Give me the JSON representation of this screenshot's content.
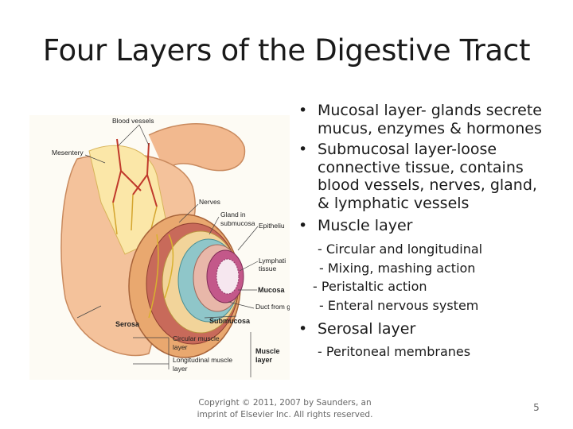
{
  "title": "Four Layers of the Digestive Tract",
  "figure": {
    "labels": {
      "blood_vessels": "Blood vessels",
      "mesentery": "Mesentery",
      "nerves": "Nerves",
      "gland_line1": "Gland in",
      "gland_line2": "submucosa",
      "epithelium": "Epitheliu",
      "lymphatic_line1": "Lymphati",
      "lymphatic_line2": "tissue",
      "mucosa": "Mucosa",
      "duct": "Duct from gland",
      "serosa": "Serosa",
      "submucosa": "Submucosa",
      "circular_line1": "Circular muscle",
      "circular_line2": "layer",
      "longitudinal_line1": "Longitudinal muscle",
      "longitudinal_line2": "layer",
      "muscle_line1": "Muscle",
      "muscle_line2": "layer"
    }
  },
  "bullets": [
    {
      "bullet": "•",
      "lines": [
        "Mucosal layer- glands secrete",
        "mucus, enzymes & hormones"
      ]
    },
    {
      "bullet": "•",
      "lines": [
        "Submucosal layer-loose",
        "connective tissue, contains",
        "blood vessels, nerves, gland,",
        "& lymphatic vessels"
      ]
    },
    {
      "bullet": "•",
      "lines": [
        "Muscle layer"
      ]
    }
  ],
  "muscle_sub": {
    "line1": "- Circular and longitudinal",
    "line2": "- Mixing, mashing action",
    "line3": "- Peristaltic action",
    "line4": "- Enteral nervous system"
  },
  "serosal": {
    "bullet": "•",
    "label": "Serosal layer",
    "sub": "- Peritoneal membranes"
  },
  "footer": {
    "copyright_line1": "Copyright © 2011, 2007 by Saunders, an",
    "copyright_line2": "imprint of Elsevier Inc. All rights reserved.",
    "page_number": "5"
  }
}
